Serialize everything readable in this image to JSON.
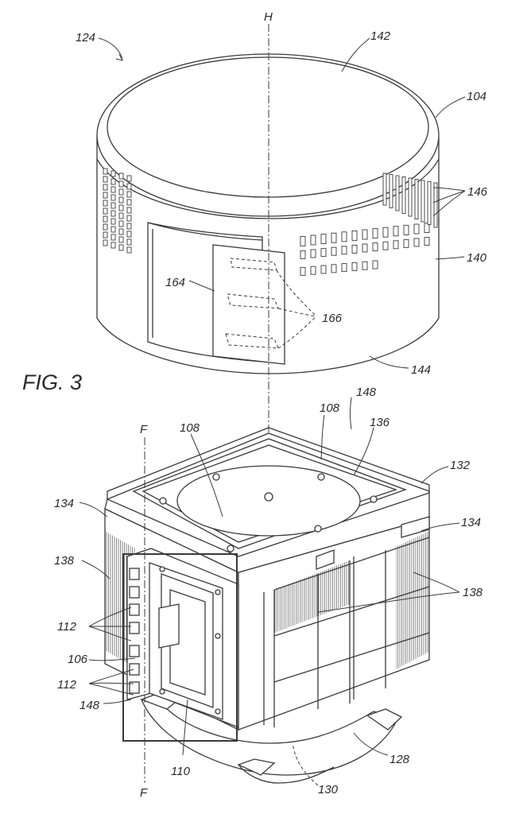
{
  "figure": {
    "title": "FIG. 3",
    "axis_label": "H",
    "section_label": "F"
  },
  "reference_numerals": {
    "r124": "124",
    "r142": "142",
    "r104": "104",
    "r146": "146",
    "r140": "140",
    "r164": "164",
    "r166": "166",
    "r144": "144",
    "r148_top": "148",
    "r108_a": "108",
    "r108_b": "108",
    "r136": "136",
    "r132": "132",
    "r134_left": "134",
    "r134_right": "134",
    "r138_left": "138",
    "r138_right": "138",
    "r112_a": "112",
    "r106": "106",
    "r112_b": "112",
    "r148_bottom": "148",
    "r110": "110",
    "r128": "128",
    "r130": "130",
    "f_top": "F",
    "f_bottom": "F"
  }
}
